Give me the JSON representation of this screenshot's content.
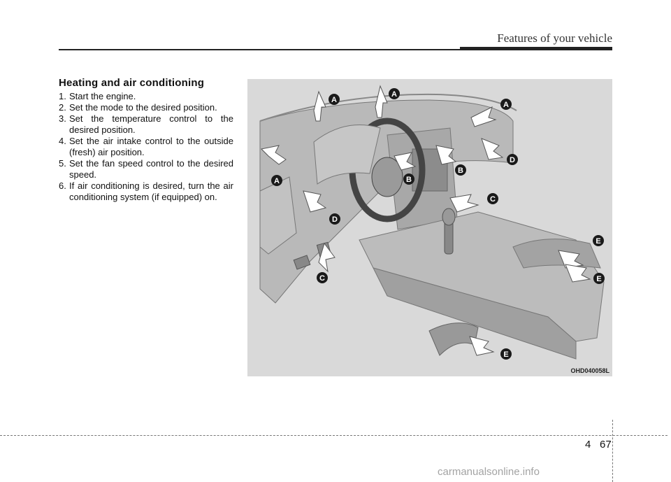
{
  "header": {
    "title": "Features of your vehicle"
  },
  "section": {
    "title": "Heating and air conditioning",
    "steps": [
      {
        "num": "1.",
        "text": "Start the engine."
      },
      {
        "num": "2.",
        "text": "Set the mode to the desired position."
      },
      {
        "num": "3.",
        "text": "Set the temperature control to the desired position."
      },
      {
        "num": "4.",
        "text": "Set the air intake control to the outside (fresh) air position."
      },
      {
        "num": "5.",
        "text": "Set the fan speed control to the desired speed."
      },
      {
        "num": "6.",
        "text": "If air conditioning is desired, turn the air conditioning system (if equipped) on."
      }
    ]
  },
  "figure": {
    "code": "OHD040058L",
    "callouts": [
      "A",
      "A",
      "A",
      "A",
      "B",
      "B",
      "C",
      "C",
      "D",
      "D",
      "E",
      "E",
      "E"
    ],
    "colors": {
      "callout": "#1a1a1a",
      "background": "#d9d9d9",
      "dash": "#c4c4c4"
    }
  },
  "footer": {
    "chapter": "4",
    "page": "67",
    "watermark": "carmanualsonline.info"
  }
}
